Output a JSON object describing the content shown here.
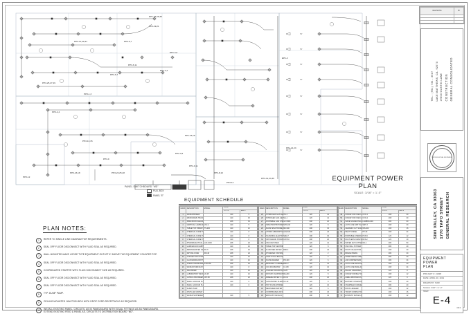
{
  "sheet": {
    "drawing_number": "E-4",
    "sheet_of": "OF 6",
    "sheet_title_lines": [
      "EQUIPMENT",
      "POWER",
      "PLAN"
    ],
    "project_no_label": "PROJECT #: 21908",
    "date_label": "DATE:  APRIL 30, 2019",
    "drawn_label": "DRAWN BY:  MJW",
    "scale_label": "SCALE:  3/16\" = 1'-0\"",
    "sheet_label": "SHEET:"
  },
  "revisions": {
    "col_headers": [
      "REVISIONS",
      "BY"
    ],
    "rows": [
      {
        "desc": "",
        "by": ""
      },
      {
        "desc": "",
        "by": ""
      },
      {
        "desc": "",
        "by": ""
      }
    ]
  },
  "firm": {
    "lines": [
      "GENERAL CONSOLIDATED",
      "CONSTRUCTION",
      "19800 GUSTIN LANE",
      "LAKE MATTHEWS, CA. 92570",
      "TEL.: (951) 734 - 3507"
    ]
  },
  "seal": {
    "text": "PROFESSIONAL ENGINEER"
  },
  "client": {
    "lines": [
      "GENERAL RESEARCH",
      "1770 TAPO STREET",
      "SIMI VALLEY, CA 93063"
    ]
  },
  "plan": {
    "title": "EQUIPMENT POWER PLAN",
    "scale": "SCALE: 3/16\" = 1'-0\"",
    "legend": {
      "caption": "PANEL SWITCHBOARD \"MD\"",
      "items": [
        {
          "symbol": "pull-box",
          "label": "PULL BOX"
        },
        {
          "symbol": "panel",
          "label": "PANEL \"E\""
        }
      ],
      "board_label": "DISTRIBUTION BOARD \"MD\""
    },
    "circuit_tags": [
      "PP3-25,27,29",
      "PP3-37,39,41",
      "PP3-5,7",
      "PP3-19,21",
      "PP3-1,3",
      "PP3-6,11",
      "PP3-6,7",
      "EP1-2,4",
      "EP1-4,6",
      "EP1-26,28,30",
      "PP3-2,4",
      "PP3-13,15",
      "PP3-9",
      "PP3-12",
      "PP3-16,18",
      "PP3-23,25,28",
      "PP3-31,33,35",
      "PP1-21,23",
      "PP3-8,10",
      "PP3-14",
      "PP1-15,16",
      "PP2-3,5",
      "PP2-9,11"
    ]
  },
  "notes": {
    "heading": "PLAN NOTES:",
    "items": [
      "REFER TO SINGLE LINE DIAGRAM FOR REQUIREMENTS.",
      "SEAL OFF FLOOR DISCONNECT WITH FLUID SEAL AS REQUIRED.",
      "WALL MOUNTED MAKE LOOSE TYPE EQUIPMENT OUTLET 6\" ABOVE THE EQUIPMENT COUNTER TOP.",
      "SEAL OFF FLOOR DISCONNECT WITH FLUID SEAL AS REQUIRED.",
      "COORDINATED STARTER WITH FLUID DISCONNECT SIZE AS REQUIRED.",
      "SEAL OFF FLOOR DISCONNECT WITH FLUID SEAL AS REQUIRED.",
      "SEAL OFF FLOOR DISCONNECT WITH FLUID SEAL AS REQUIRED.",
      "TYP. DUMP PUMP.",
      "CEILING MOUNTED JUNCTION BOX WITH DROP CORD RECEPTACLE AS REQUIRED.",
      "INSTALL EXISTING PANEL, CIRCUITS, AS IN PANELBOARD WITH EQUAL FITTINGS AS AN PANELBOARD, EXTEND EXISTING FEED & PANEL AS, CIRCUITS TO DISTRIBUTION BOARD \"MD\"."
    ]
  },
  "schedule": {
    "title": "EQUIPMENT SCHEDULE",
    "col_headers": {
      "mark": "MARK",
      "description": "DESCRIPTION",
      "model": "MODEL",
      "load_group": "LOAD",
      "volts": "VOLTS",
      "amps": "AMPS"
    },
    "columns": [
      {
        "rows": [
          {
            "mark": "1",
            "description": "WATER BOILER",
            "model": "",
            "volts": "120",
            "amps": "5"
          },
          {
            "mark": "2",
            "description": "MICROWAVE TRANSMITTER",
            "model": "",
            "volts": "120",
            "amps": "15"
          },
          {
            "mark": "3",
            "description": "PRECISION CLEANING SYSTEM (ULTRASONIC) THERMAL HEATERS",
            "model": "",
            "volts": "208",
            "amps": "30"
          },
          {
            "mark": "4",
            "description": "VERTICAL LAMINAR FLOW BENCH",
            "model": "VLF-4",
            "volts": "120",
            "amps": "5"
          },
          {
            "mark": "5",
            "description": "TABLE TOP VIBRATION SYSTEM",
            "model": "TS-200",
            "volts": "120",
            "amps": "12"
          },
          {
            "mark": "6",
            "description": "CHEMICAL FUME HOOD",
            "model": "",
            "volts": "120",
            "amps": "8"
          },
          {
            "mark": "7",
            "description": "CHEMICAL FUME HOOD 2",
            "model": "",
            "volts": "120",
            "amps": "8"
          },
          {
            "mark": "8",
            "description": "CHEMICAL FUME HOOD 3",
            "model": "",
            "volts": "120",
            "amps": "8"
          },
          {
            "mark": "9",
            "description": "PHARMACEUTICAL DISPENSER/ ISOLATOR",
            "model": "LAF-2000",
            "volts": "208",
            "amps": "20"
          },
          {
            "mark": "10",
            "description": "LAMINAR AIR CABINET",
            "model": "",
            "volts": "120",
            "amps": "10"
          },
          {
            "mark": "11",
            "description": "REFRIGERATED CENTRIFUGE",
            "model": "RC-5",
            "volts": "208",
            "amps": "16"
          },
          {
            "mark": "12",
            "description": "DRYING OVEN",
            "model": "DO-40",
            "volts": "208",
            "amps": "24"
          },
          {
            "mark": "13",
            "description": "CONVECTION OVEN",
            "model": "",
            "volts": "120",
            "amps": "12"
          },
          {
            "mark": "14",
            "description": "GLASSWARE DRYING CABINET",
            "model": "",
            "volts": "120",
            "amps": "10"
          },
          {
            "mark": "15",
            "description": "STEAM STERILIZER / AUTOCLAVE",
            "model": "STR-250",
            "volts": "208",
            "amps": "40"
          },
          {
            "mark": "16",
            "description": "WATER PURIFICATION SYSTEM",
            "model": "",
            "volts": "120",
            "amps": "8"
          },
          {
            "mark": "17",
            "description": "ICE MAKER",
            "model": "",
            "volts": "120",
            "amps": "10"
          },
          {
            "mark": "18",
            "description": "LABORATORY REFRIGERATOR",
            "model": "LR-25",
            "volts": "120",
            "amps": "10"
          },
          {
            "mark": "19",
            "description": "ULTRA LOW FREEZER (-80 C)",
            "model": "ULT-80",
            "volts": "208",
            "amps": "20"
          },
          {
            "mark": "20",
            "description": "SMALL VACUUM PUMP",
            "model": "",
            "volts": "120",
            "amps": "6"
          },
          {
            "mark": "21",
            "description": "SMALL VACUUM PUMP 2",
            "model": "",
            "volts": "120",
            "amps": "6"
          },
          {
            "mark": "22",
            "description": "DUMP PUMP",
            "model": "",
            "volts": "",
            "amps": ""
          },
          {
            "mark": "23",
            "description": "DISTILLED WATER TANK",
            "model": "",
            "volts": "",
            "amps": ""
          },
          {
            "mark": "24",
            "description": "WATER SOFTENER",
            "model": "",
            "volts": "120",
            "amps": "5"
          }
        ]
      },
      {
        "rows": [
          {
            "mark": "25",
            "description": "HYDROGEN GAS GENERATOR",
            "model": "HG-1",
            "volts": "120",
            "amps": "12"
          },
          {
            "mark": "26",
            "description": "NITROGEN GAS GENERATOR",
            "model": "NG-1",
            "volts": "120",
            "amps": "12"
          },
          {
            "mark": "27",
            "description": "PORTABLE GAS CHROMATOGRAPH SYSTEM",
            "model": "GC-5000",
            "volts": "208",
            "amps": "20"
          },
          {
            "mark": "28",
            "description": "SPECTROPHOTOMETER",
            "model": "SPX-200",
            "volts": "120",
            "amps": "8"
          },
          {
            "mark": "29",
            "description": "MASS SPECTROMETER",
            "model": "MS-900",
            "volts": "208",
            "amps": "30"
          },
          {
            "mark": "30",
            "description": "ATOMIC ABSORPTION SPECTROMETER",
            "model": "AAS-600",
            "volts": "208",
            "amps": "24"
          },
          {
            "mark": "31",
            "description": "SCANNING ELECTRON MICROSCOPE",
            "model": "SEM-7",
            "volts": "208",
            "amps": "30"
          },
          {
            "mark": "32",
            "description": "CRYOGENIC STORAGE FREEZER",
            "model": "CRY-50",
            "volts": "208",
            "amps": "20"
          },
          {
            "mark": "33",
            "description": "VACUUM OVEN",
            "model": "",
            "volts": "120",
            "amps": "12"
          },
          {
            "mark": "34",
            "description": "TABLE TOP CENTRIFUGE",
            "model": "",
            "volts": "120",
            "amps": "8"
          },
          {
            "mark": "35",
            "description": "FLUID BED DRYER",
            "model": "FBD-3",
            "volts": "208",
            "amps": "24"
          },
          {
            "mark": "36",
            "description": "PH METER STATION",
            "model": "",
            "volts": "120",
            "amps": "2"
          },
          {
            "mark": "37",
            "description": "ANALYTICAL BALANCE TABLE",
            "model": "",
            "volts": "120",
            "amps": "2"
          },
          {
            "mark": "38",
            "description": "PLATE READER",
            "model": "PR-100",
            "volts": "120",
            "amps": "6"
          },
          {
            "mark": "39",
            "description": "BIOSAFETY CABINET CLASS II",
            "model": "BSC-2",
            "volts": "120",
            "amps": "12"
          },
          {
            "mark": "40",
            "description": "CO2 INCUBATOR",
            "model": "CI-150",
            "volts": "120",
            "amps": "10"
          },
          {
            "mark": "41",
            "description": "SHAKER INCUBATOR",
            "model": "SI-25",
            "volts": "120",
            "amps": "10"
          },
          {
            "mark": "42",
            "description": "ROTARY EVAPORATOR",
            "model": "RE-200",
            "volts": "120",
            "amps": "8"
          },
          {
            "mark": "43",
            "description": "FREEZE DRYER / LYOPHILIZER",
            "model": "FD-12",
            "volts": "208",
            "amps": "20"
          },
          {
            "mark": "44",
            "description": "ULTRASONIC CLEANER",
            "model": "UC-10",
            "volts": "120",
            "amps": "8"
          },
          {
            "mark": "45",
            "description": "HOT PLATE STIRRER BANK",
            "model": "",
            "volts": "120",
            "amps": "10"
          },
          {
            "mark": "46",
            "description": "DEIONIZED WATER PUMP",
            "model": "",
            "volts": "120",
            "amps": "6"
          },
          {
            "mark": "47",
            "description": "COMPRESSED AIR DRYER",
            "model": "",
            "volts": "208",
            "amps": "16"
          },
          {
            "mark": "48",
            "description": "EXHAUST FAN EF-1",
            "model": "",
            "volts": "208",
            "amps": "12"
          }
        ]
      },
      {
        "rows": [
          {
            "mark": "49",
            "description": "CONVEYOR OVEN 1",
            "model": "CVO-1",
            "volts": "208",
            "amps": "30"
          },
          {
            "mark": "50",
            "description": "CONVEYOR OVEN 2",
            "model": "CVO-2",
            "volts": "208",
            "amps": "30"
          },
          {
            "mark": "51",
            "description": "WAVE SOLDER MACHINE LINE",
            "model": "LAMBDA-600",
            "volts": "480",
            "amps": "60"
          },
          {
            "mark": "52",
            "description": "AUTO LINE SMT PLACER",
            "model": "SMT-3",
            "volts": "208",
            "amps": "30"
          },
          {
            "mark": "53",
            "description": "CERAMIC CUT SAW, WET",
            "model": "WS-200",
            "volts": "208",
            "amps": "16"
          },
          {
            "mark": "54",
            "description": "HEAT TUNNEL",
            "model": "HT-40",
            "volts": "208",
            "amps": "24"
          },
          {
            "mark": "55",
            "description": "PORTABLE CHEMICAL SCRUBBER",
            "model": "PCS-5",
            "volts": "120",
            "amps": "12"
          },
          {
            "mark": "56",
            "description": "DUCTLESS FUME SCRUBBER",
            "model": "DFS-2",
            "volts": "120",
            "amps": "10"
          },
          {
            "mark": "57",
            "description": "WATER JET CUTTER",
            "model": "WJ-1",
            "volts": "480",
            "amps": "50"
          },
          {
            "mark": "58",
            "description": "CNC MILL SYSTEM",
            "model": "",
            "volts": "480",
            "amps": "40"
          },
          {
            "mark": "59",
            "description": "DUST COLLECTOR",
            "model": "",
            "volts": "208",
            "amps": "20"
          },
          {
            "mark": "60",
            "description": "BRAKE PRESS",
            "model": "",
            "volts": "480",
            "amps": "30"
          },
          {
            "mark": "61",
            "description": "SHEET METAL SHEAR",
            "model": "",
            "volts": "480",
            "amps": "30"
          },
          {
            "mark": "62",
            "description": "AIR COMPRESSOR 25 HP",
            "model": "",
            "volts": "480",
            "amps": "34"
          },
          {
            "mark": "63",
            "description": "AUTO LINE WASH DOWN UNIT",
            "model": "",
            "volts": "208",
            "amps": "20"
          },
          {
            "mark": "64",
            "description": "AUTO LINE BAKE AUTO HEAT EXT",
            "model": "",
            "volts": "208",
            "amps": "24"
          },
          {
            "mark": "65",
            "description": "PALLET WRAPPER",
            "model": "",
            "volts": "120",
            "amps": "8"
          },
          {
            "mark": "66",
            "description": "CONVEYOR BELT DRIVE",
            "model": "",
            "volts": "208",
            "amps": "12"
          },
          {
            "mark": "67",
            "description": "LABEL PRINTER STATION",
            "model": "",
            "volts": "120",
            "amps": "6"
          },
          {
            "mark": "68",
            "description": "BATTERY CHARGING STATION",
            "model": "",
            "volts": "208",
            "amps": "20"
          },
          {
            "mark": "69",
            "description": "OVERHEAD CRANE HOIST",
            "model": "",
            "volts": "480",
            "amps": "20"
          },
          {
            "mark": "70",
            "description": "DOCK LEVELER",
            "model": "",
            "volts": "208",
            "amps": "12"
          },
          {
            "mark": "71",
            "description": "TRASH COMPACTOR",
            "model": "",
            "volts": "208",
            "amps": "16"
          },
          {
            "mark": "72",
            "description": "EXHAUST FAN EF-2",
            "model": "",
            "volts": "208",
            "amps": "12"
          }
        ]
      }
    ]
  }
}
